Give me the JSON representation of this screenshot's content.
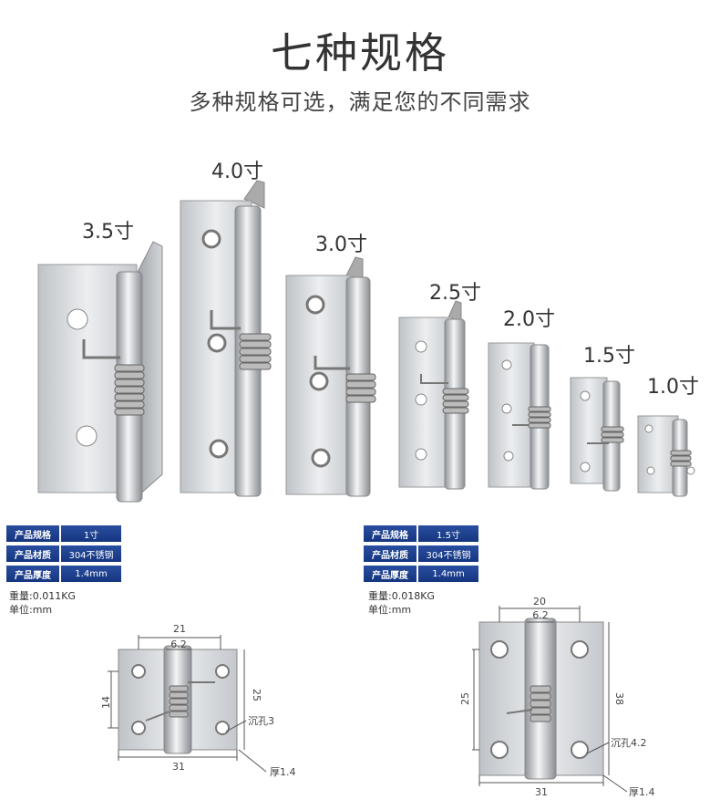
{
  "header": {
    "title": "七种规格",
    "subtitle": "多种规格可选，满足您的不同需求"
  },
  "sizes": [
    {
      "label": "3.5寸"
    },
    {
      "label": "4.0寸"
    },
    {
      "label": "3.0寸"
    },
    {
      "label": "2.5寸"
    },
    {
      "label": "2.0寸"
    },
    {
      "label": "1.5寸"
    },
    {
      "label": "1.0寸"
    }
  ],
  "spec_left": {
    "rows": [
      {
        "key": "产品规格",
        "value": "1寸"
      },
      {
        "key": "产品材质",
        "value": "304不锈钢"
      },
      {
        "key": "产品厚度",
        "value": "1.4mm"
      }
    ],
    "weight": "重量:0.011KG",
    "unit": "单位:mm"
  },
  "spec_right": {
    "rows": [
      {
        "key": "产品规格",
        "value": "1.5寸"
      },
      {
        "key": "产品材质",
        "value": "304不锈钢"
      },
      {
        "key": "产品厚度",
        "value": "1.4mm"
      }
    ],
    "weight": "重量:0.018KG",
    "unit": "单位:mm"
  },
  "drawing_left": {
    "width_top": "21",
    "barrel": "6.2",
    "height_left": "14",
    "height_right": "25",
    "hole": "沉孔3",
    "width_bottom": "31",
    "thickness": "厚1.4"
  },
  "drawing_right": {
    "width_top": "20",
    "barrel": "6.2",
    "height_left": "25",
    "height_right": "38",
    "hole": "沉孔4.2",
    "width_bottom": "31",
    "thickness": "厚1.4"
  },
  "colors": {
    "table_bg": "#1f4394",
    "metal_light": "#e6e8ea",
    "metal_dark": "#9a9ea3"
  }
}
